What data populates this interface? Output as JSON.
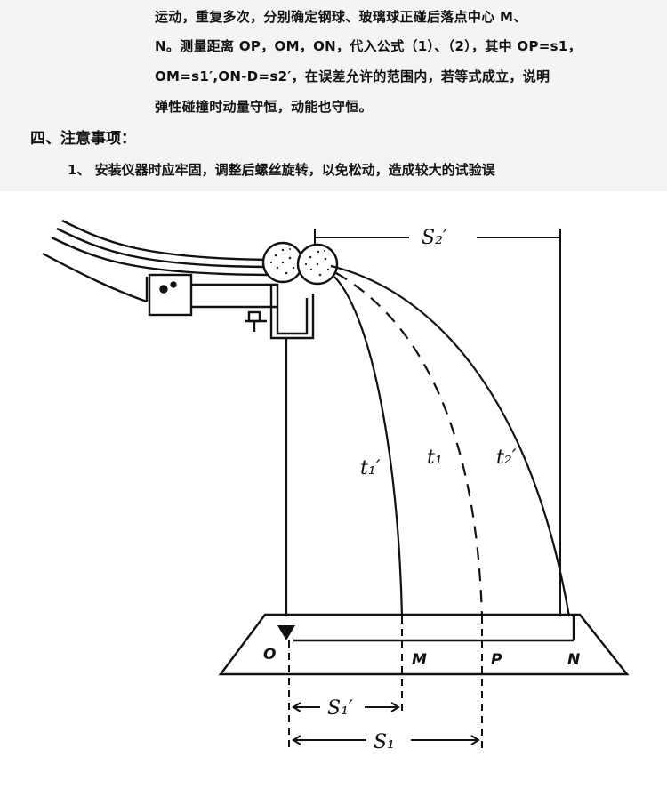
{
  "document": {
    "paragraph_lines": [
      "运动，重复多次，分别确定钢球、玻璃球正碰后落点中心 M、",
      "N。测量距离 OP，OM，ON，代入公式（1）、（2），其中 OP=s1，",
      "OM=s1′,ON-D=s2′，在误差允许的范围内，若等式成立，说明",
      "弹性碰撞时动量守恒，动能也守恒。"
    ],
    "section_heading": "四、注意事项：",
    "note_line": "1、 安装仪器时应牢固，调整后螺丝旋转，以免松动，造成较大的试验误"
  },
  "figure": {
    "labels": {
      "s2_prime": "S₂′",
      "t1_prime": "t₁′",
      "t1": "t₁",
      "t2_prime": "t₂′",
      "point_O": "O",
      "point_M": "M",
      "point_P": "P",
      "point_N": "N",
      "s1_prime": "S₁′",
      "s1": "S₁"
    },
    "colors": {
      "ink": "#111111",
      "paper": "#ffffff"
    }
  }
}
